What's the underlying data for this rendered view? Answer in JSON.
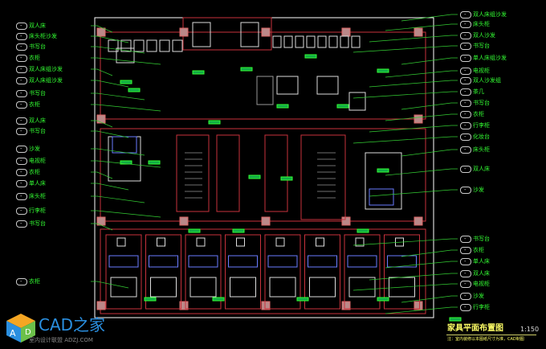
{
  "drawing": {
    "title": "家具平面布置图",
    "scale": "1:150",
    "note": "注：室内装修以本图纸尺寸为准，CAD制图",
    "colors": {
      "wall": "#c8323c",
      "frame": "#ffffff",
      "furniture": "#dddddd",
      "label": "#33ff33",
      "blue": "#6a7dff"
    }
  },
  "left_labels": [
    "双人床",
    "床头柜沙发",
    "书写台",
    "衣柜",
    "双人床组沙发",
    "双人床组沙发",
    "书写台",
    "衣柜",
    "双人床",
    "书写台",
    "沙发",
    "电视柜",
    "衣柜",
    "单人床",
    "床头柜",
    "行李柜",
    "书写台",
    "衣柜"
  ],
  "right_labels": [
    "双人床组沙发",
    "床头柜",
    "双人沙发",
    "书写台",
    "单人床组沙发",
    "电视柜",
    "双人沙发组",
    "茶几",
    "书写台",
    "衣柜",
    "行李柜",
    "化妆台",
    "床头柜",
    "双人床",
    "沙发",
    "书写台",
    "衣柜",
    "单人床",
    "双人床",
    "电视柜",
    "沙发",
    "行李柜"
  ],
  "tag_mark": "-",
  "watermark": {
    "brand": "CAD之家",
    "sub": "室内设计联盟 ADZJ.COM",
    "icon": "A D cube"
  }
}
